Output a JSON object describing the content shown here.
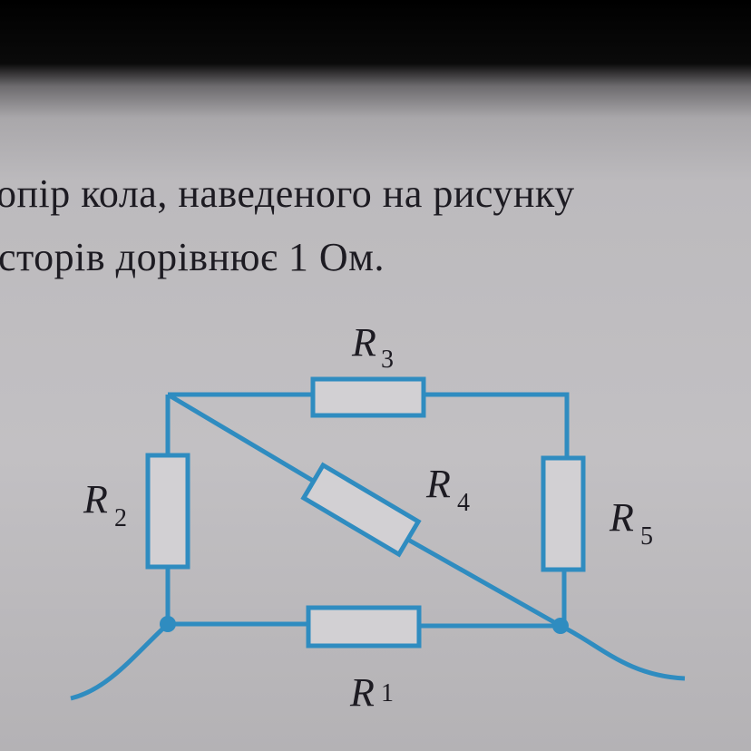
{
  "text": {
    "line1": "опір кола, наведеного на рисунку",
    "line2": "сторів дорівнює 1 Ом."
  },
  "diagram": {
    "wire_color": "#2f8cc0",
    "resistors": [
      {
        "id": "R1",
        "letter": "R",
        "sub": "1"
      },
      {
        "id": "R2",
        "letter": "R",
        "sub": "2"
      },
      {
        "id": "R3",
        "letter": "R",
        "sub": "3"
      },
      {
        "id": "R4",
        "letter": "R",
        "sub": "4"
      },
      {
        "id": "R5",
        "letter": "R",
        "sub": "5"
      }
    ]
  }
}
